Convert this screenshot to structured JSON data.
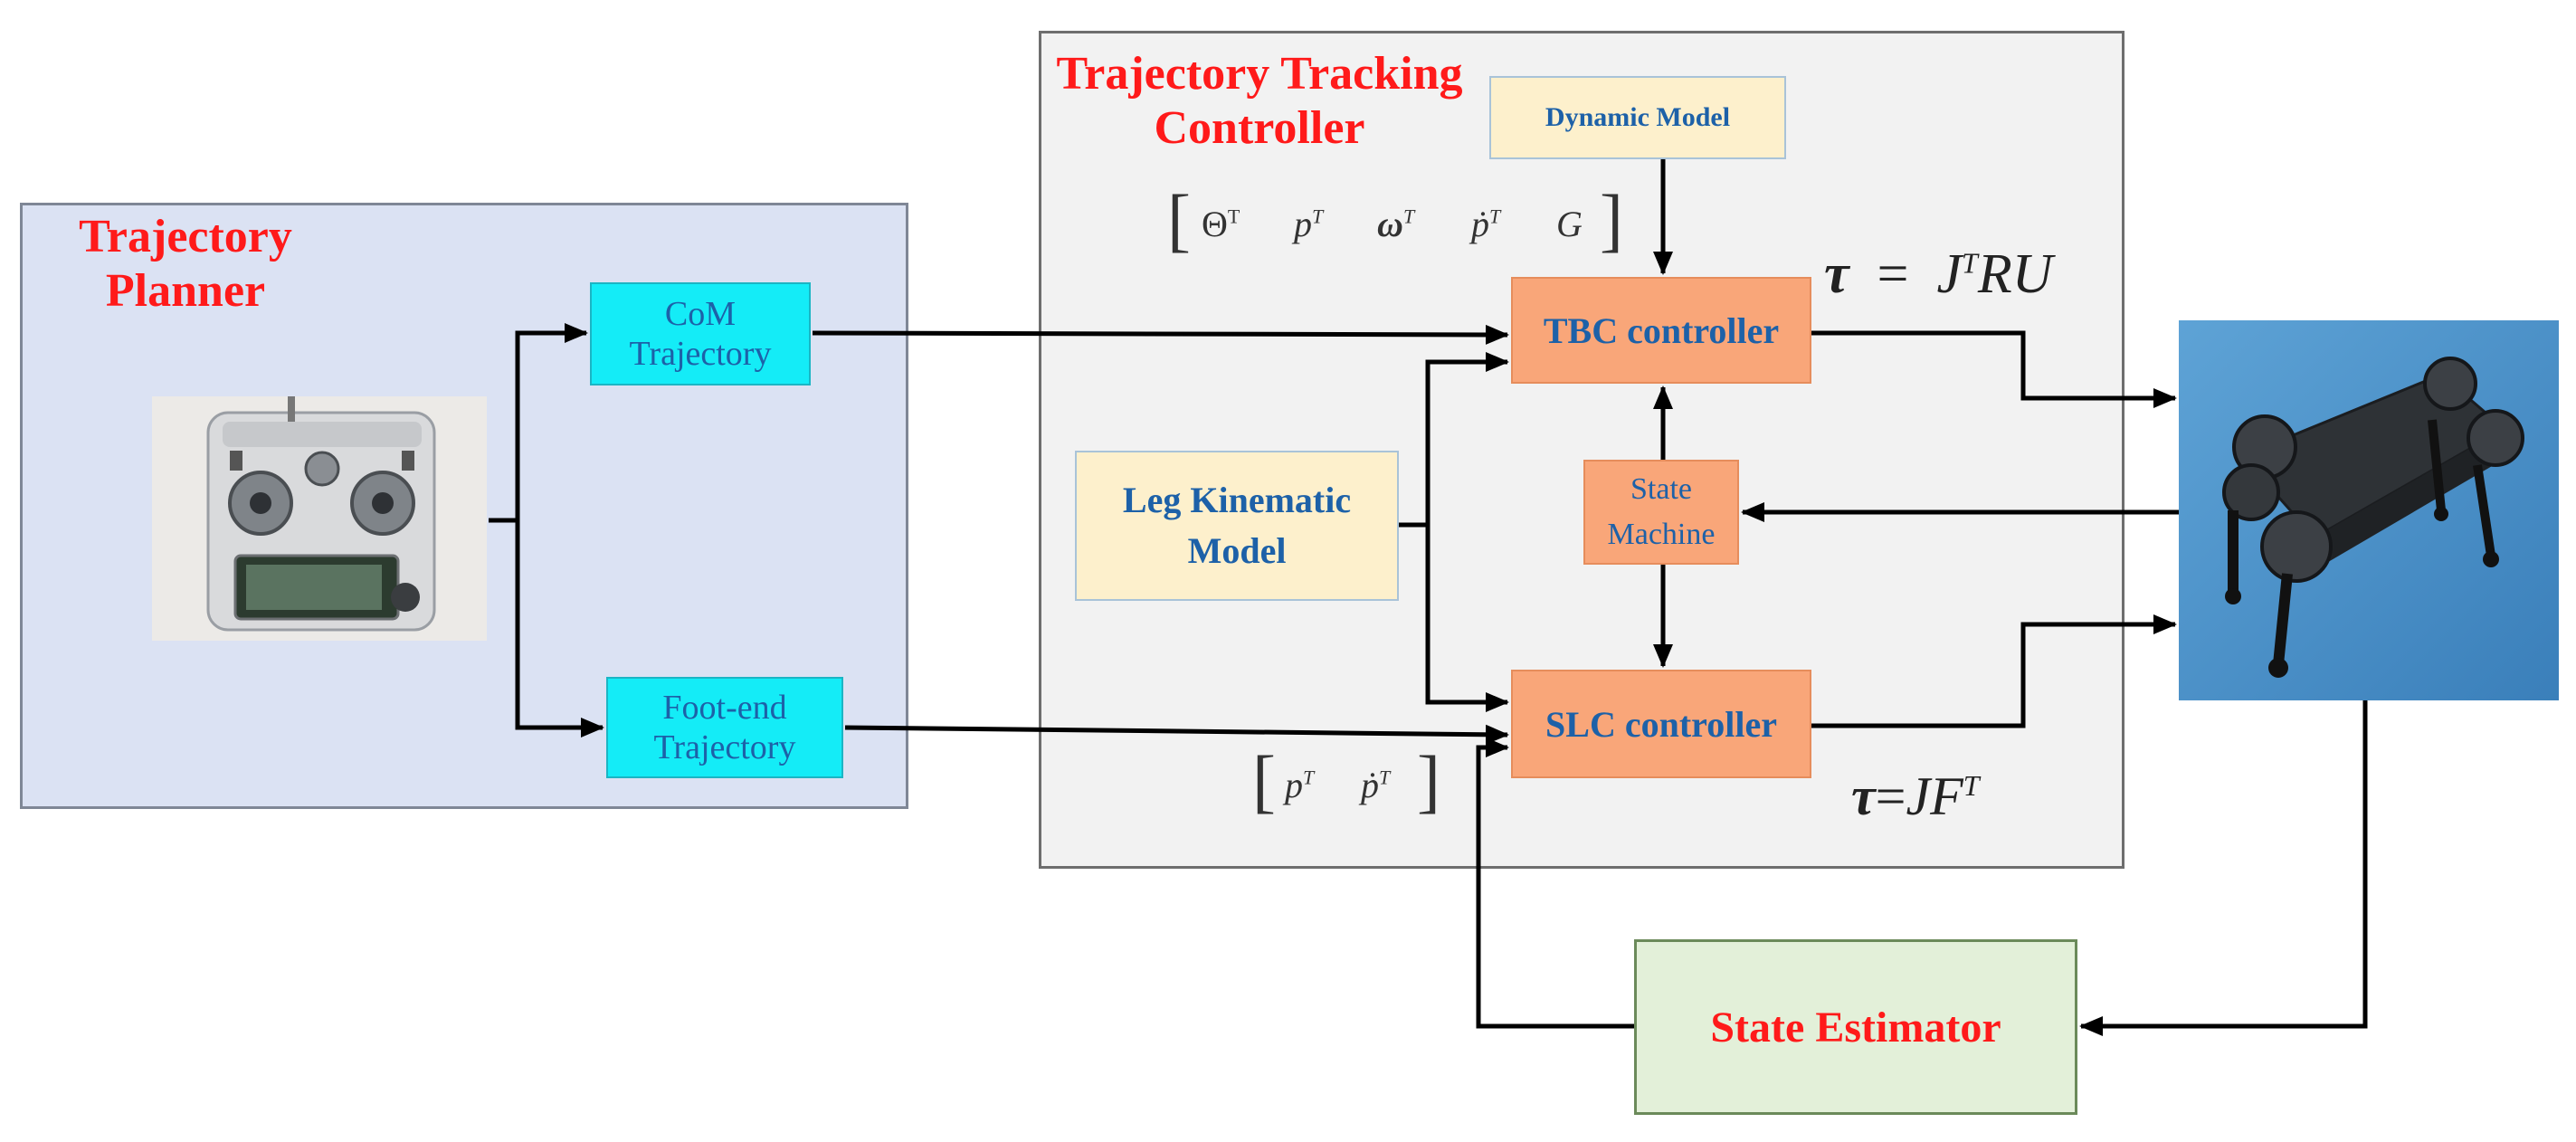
{
  "planner": {
    "title_line1": "Trajectory",
    "title_line2": "Planner"
  },
  "controller": {
    "title_line1": "Trajectory Tracking",
    "title_line2": "Controller"
  },
  "blocks": {
    "com_line1": "CoM",
    "com_line2": "Trajectory",
    "foot_line1": "Foot-end",
    "foot_line2": "Trajectory",
    "dynamic_model": "Dynamic Model",
    "leg_line1": "Leg Kinematic",
    "leg_line2": "Model",
    "tbc": "TBC controller",
    "slc": "SLC controller",
    "sm_line1": "State",
    "sm_line2": "Machine",
    "state_estimator": "State Estimator"
  },
  "math": {
    "tbc_vector": [
      "Θ",
      "p",
      "ω",
      "ṗ",
      "G"
    ],
    "tbc_vector_sup": "T",
    "slc_vector": [
      "p",
      "ṗ"
    ],
    "tbc_eq_lhs": "τ",
    "tbc_eq_rhs_a": "J",
    "tbc_eq_rhs_sup": "T",
    "tbc_eq_rhs_b": "RU",
    "slc_eq_lhs": "τ",
    "slc_eq_rhs": "JF",
    "slc_eq_sup": "T"
  },
  "images": {
    "remote": "radio-transmitter-photo",
    "robot": "quadruped-robot-photo"
  },
  "colors": {
    "title_red": "#ff1a1a",
    "label_blue": "#1d61a8",
    "cyan": "#14ecf7",
    "orange": "#f9a679",
    "cream": "#fdf0cc",
    "green": "#e3f0d9",
    "planner_bg": "#dbe2f3",
    "controller_bg": "#f2f2f2"
  }
}
